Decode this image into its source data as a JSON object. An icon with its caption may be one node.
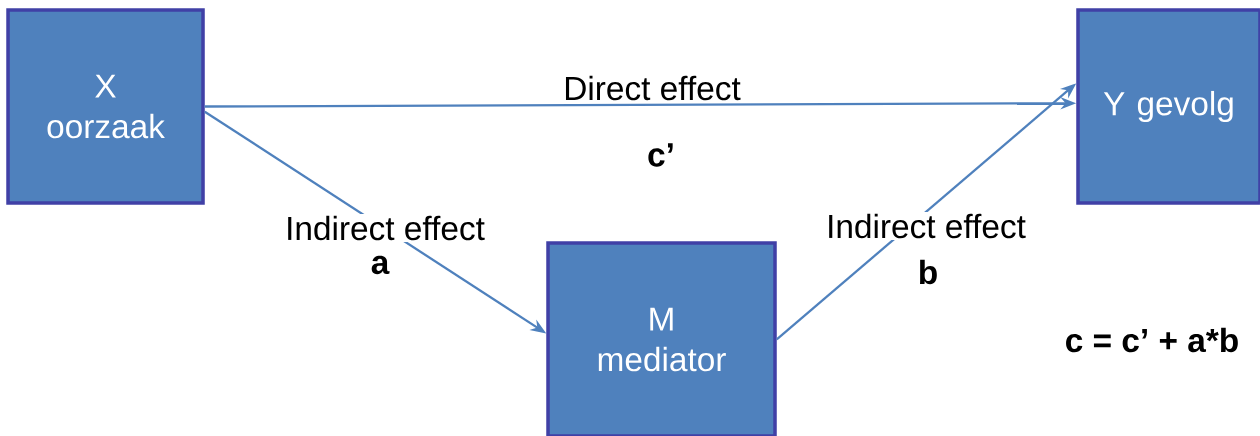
{
  "diagram": {
    "nodes": [
      {
        "text": [
          "X oorzaak"
        ]
      },
      {
        "text": [
          "Y gevolg"
        ]
      },
      {
        "text": [
          "M mediator"
        ]
      }
    ],
    "edges": [
      {
        "from": 0,
        "to": 1,
        "arrow": "to",
        "label": "Direct effect"
      },
      {
        "from": 0,
        "to": 2,
        "arrow": "to",
        "label": "Indirect effect"
      },
      {
        "from": 2,
        "to": 1,
        "arrow": "to",
        "label": "Indirect effect"
      }
    ],
    "labels": [
      "c’",
      "a",
      "b",
      "c = c’ + a*b"
    ]
  }
}
